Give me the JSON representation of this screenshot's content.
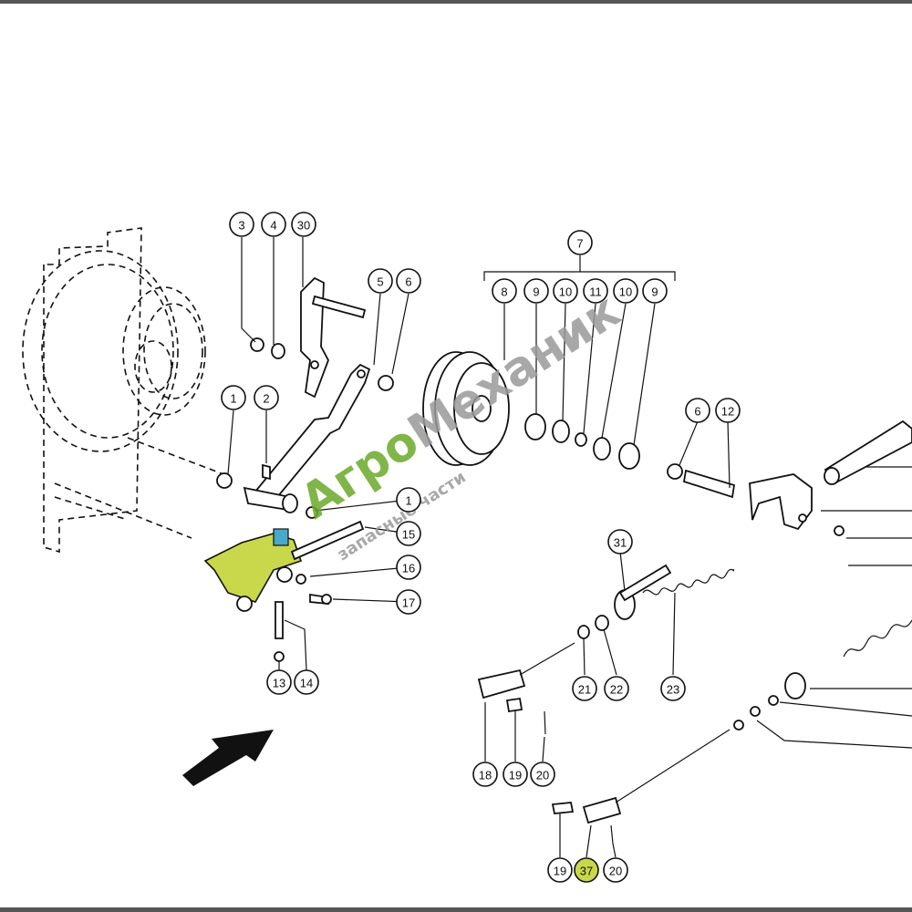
{
  "callouts": [
    {
      "id": "c3",
      "label": "3"
    },
    {
      "id": "c4",
      "label": "4"
    },
    {
      "id": "c30",
      "label": "30"
    },
    {
      "id": "c5",
      "label": "5"
    },
    {
      "id": "c6a",
      "label": "6"
    },
    {
      "id": "c7",
      "label": "7"
    },
    {
      "id": "c8",
      "label": "8"
    },
    {
      "id": "c9a",
      "label": "9"
    },
    {
      "id": "c10a",
      "label": "10"
    },
    {
      "id": "c11",
      "label": "11"
    },
    {
      "id": "c10b",
      "label": "10"
    },
    {
      "id": "c9b",
      "label": "9"
    },
    {
      "id": "c6b",
      "label": "6"
    },
    {
      "id": "c12",
      "label": "12"
    },
    {
      "id": "c1a",
      "label": "1"
    },
    {
      "id": "c2",
      "label": "2"
    },
    {
      "id": "c1b",
      "label": "1"
    },
    {
      "id": "c15",
      "label": "15"
    },
    {
      "id": "c16",
      "label": "16"
    },
    {
      "id": "c17",
      "label": "17"
    },
    {
      "id": "c13",
      "label": "13"
    },
    {
      "id": "c14",
      "label": "14"
    },
    {
      "id": "c31",
      "label": "31"
    },
    {
      "id": "c21",
      "label": "21"
    },
    {
      "id": "c22",
      "label": "22"
    },
    {
      "id": "c23",
      "label": "23"
    },
    {
      "id": "c18",
      "label": "18"
    },
    {
      "id": "c19a",
      "label": "19"
    },
    {
      "id": "c20a",
      "label": "20"
    },
    {
      "id": "c19b",
      "label": "19"
    },
    {
      "id": "c37",
      "label": "37"
    },
    {
      "id": "c20b",
      "label": "20"
    }
  ],
  "watermark": {
    "brand_part1": "Агро",
    "brand_part2": "Механик",
    "tagline": "запасные части",
    "color_green": "#6aaa2a",
    "color_gray": "#9a9a9a"
  },
  "highlight_color": "#c9d84a"
}
